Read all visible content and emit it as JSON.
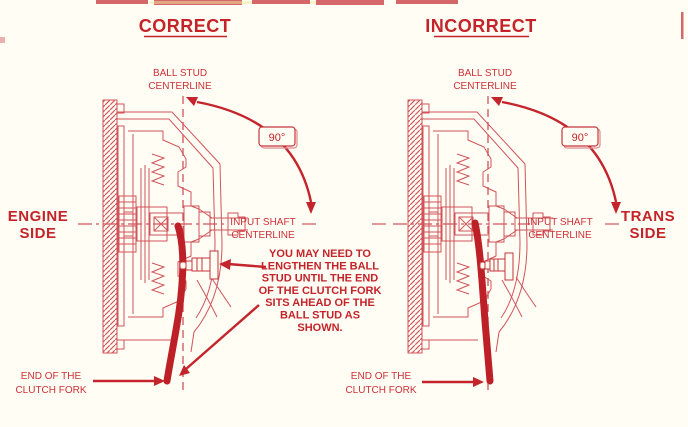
{
  "colors": {
    "background": "#fffdf4",
    "accent_red": "#c4232a",
    "drawing_line_red": "#d0545a",
    "fork_red": "#bd2026"
  },
  "left": {
    "title": "CORRECT",
    "ball_stud_line1": "BALL STUD",
    "ball_stud_line2": "CENTERLINE",
    "angle": "90°",
    "shaft_line1": "INPUT SHAFT",
    "shaft_line2": "CENTERLINE",
    "side_line1": "ENGINE",
    "side_line2": "SIDE",
    "fork_line1": "END OF THE",
    "fork_line2": "CLUTCH FORK"
  },
  "right": {
    "title": "INCORRECT",
    "ball_stud_line1": "BALL STUD",
    "ball_stud_line2": "CENTERLINE",
    "angle": "90°",
    "shaft_line1": "INPUT SHAFT",
    "shaft_line2": "CENTERLINE",
    "side_line1": "TRANS",
    "side_line2": "SIDE",
    "fork_line1": "END OF THE",
    "fork_line2": "CLUTCH FORK"
  },
  "note": {
    "line1": "YOU MAY NEED TO",
    "line2": "LENGTHEN THE BALL",
    "line3": "STUD UNTIL THE END",
    "line4": "OF THE CLUTCH FORK",
    "line5": "SITS AHEAD OF THE",
    "line6": "BALL STUD AS",
    "line7": "SHOWN."
  }
}
